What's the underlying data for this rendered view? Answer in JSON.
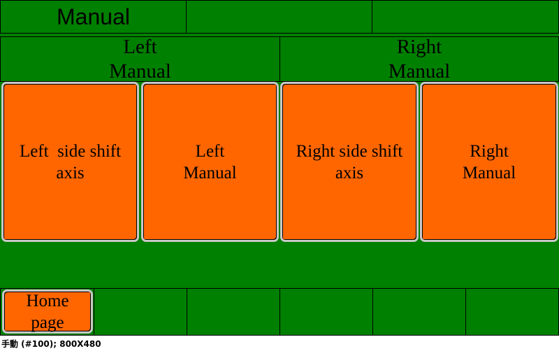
{
  "header": {
    "title": "Manual"
  },
  "groups": {
    "left": {
      "line1": "Left",
      "line2": "Manual"
    },
    "right": {
      "line1": "Right",
      "line2": "Manual"
    }
  },
  "buttons": {
    "left_side_shift": {
      "line1": "Left  side shift",
      "line2": "axis"
    },
    "left_manual": {
      "line1": "Left",
      "line2": "Manual"
    },
    "right_side_shift": {
      "line1": "Right side shift",
      "line2": "axis"
    },
    "right_manual": {
      "line1": "Right",
      "line2": "Manual"
    }
  },
  "footer": {
    "home": {
      "line1": "Home",
      "line2": "page"
    }
  },
  "status_bar": {
    "text": "手動 (#100); 800X480"
  },
  "colors": {
    "background": "#008000",
    "button": "#ff6600",
    "button_border": "#c8c8c8",
    "grid_line": "#000000"
  }
}
